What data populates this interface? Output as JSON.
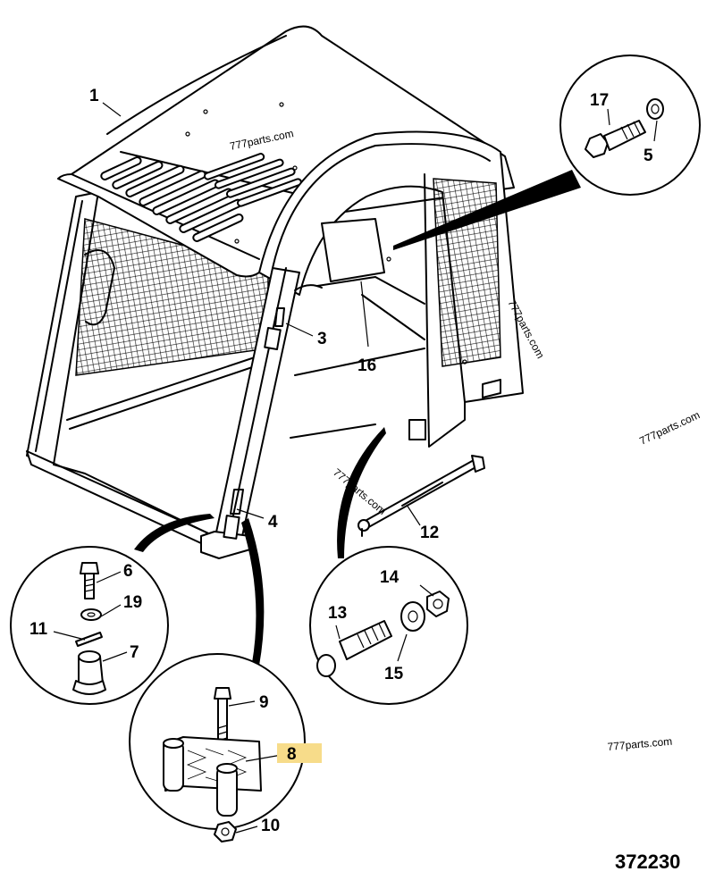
{
  "diagram": {
    "reference_number": "372230",
    "watermarks": [
      "777parts.com",
      "777parts.com",
      "777parts.com",
      "777parts.com",
      "777parts.com"
    ],
    "highlighted_part": "8",
    "highlight_color": "#f7dc8a",
    "parts": [
      {
        "id": "p1",
        "label": "1"
      },
      {
        "id": "p3",
        "label": "3"
      },
      {
        "id": "p4",
        "label": "4"
      },
      {
        "id": "p5",
        "label": "5"
      },
      {
        "id": "p6",
        "label": "6"
      },
      {
        "id": "p7",
        "label": "7"
      },
      {
        "id": "p8",
        "label": "8"
      },
      {
        "id": "p9",
        "label": "9"
      },
      {
        "id": "p10",
        "label": "10"
      },
      {
        "id": "p11",
        "label": "11"
      },
      {
        "id": "p12",
        "label": "12"
      },
      {
        "id": "p13",
        "label": "13"
      },
      {
        "id": "p14",
        "label": "14"
      },
      {
        "id": "p15",
        "label": "15"
      },
      {
        "id": "p16",
        "label": "16"
      },
      {
        "id": "p17",
        "label": "17"
      },
      {
        "id": "p19",
        "label": "19"
      }
    ]
  }
}
